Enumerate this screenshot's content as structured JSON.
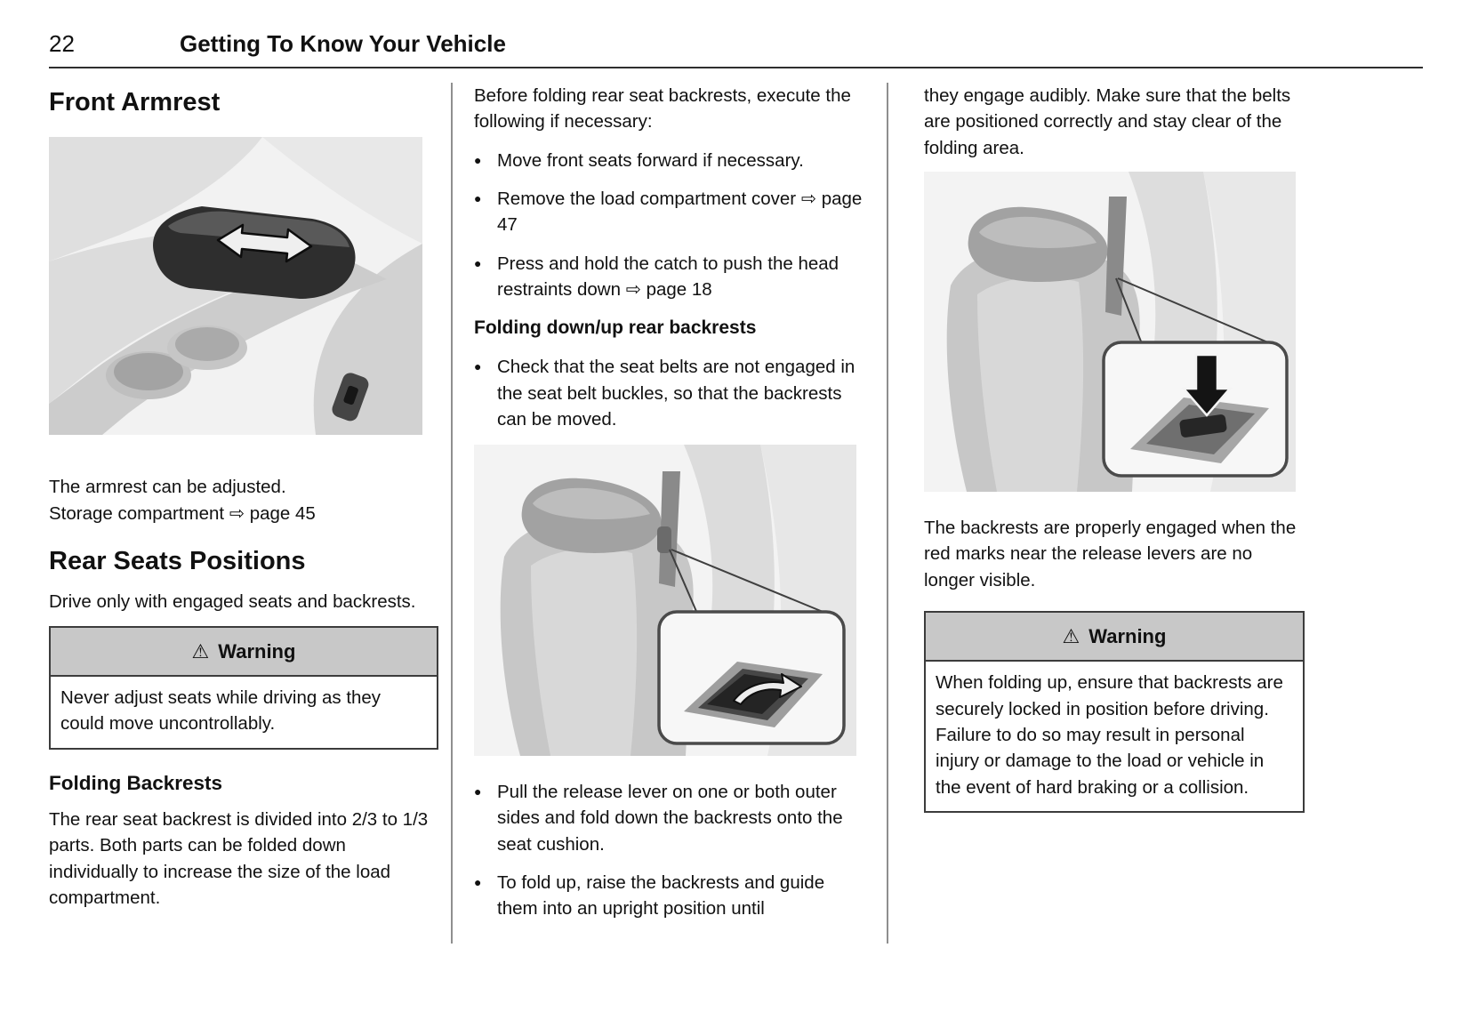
{
  "header": {
    "page_number": "22",
    "title": "Getting To Know Your Vehicle"
  },
  "icons": {
    "warning": "⚠",
    "bullet": "●",
    "page_ref_arrow": "⇨"
  },
  "col1": {
    "heading_front_armrest": "Front Armrest",
    "armrest_text_1": "The armrest can be adjusted.",
    "armrest_text_2": "Storage compartment ⇨ page 45",
    "heading_rear_seats": "Rear Seats Positions",
    "rear_intro": "Drive only with engaged seats and backrests.",
    "warning": {
      "title": "Warning",
      "body": "Never adjust seats while driving as they could move uncontrollably."
    },
    "subheading_folding": "Folding Backrests",
    "folding_body": "The rear seat backrest is divided into 2/3 to 1/3 parts. Both parts can be folded down individually to increase the size of the load compartment."
  },
  "col2": {
    "intro": "Before folding rear seat backrests, execute the following if necessary:",
    "bullets_top": [
      "Move front seats forward if necessary.",
      "Remove the load compartment cover ⇨ page 47",
      "Press and hold the catch to push the head restraints down ⇨ page 18"
    ],
    "subheading": "Folding down/up rear backrests",
    "bullet_check": "Check that the seat belts are not engaged in the seat belt buckles, so that the backrests can be moved.",
    "bullets_bottom": [
      "Pull the release lever on one or both outer sides and fold down the backrests onto the seat cushion.",
      "To fold up, raise the backrests and guide them into an upright position until"
    ]
  },
  "col3": {
    "continuation": "they engage audibly. Make sure that the belts are positioned correctly and stay clear of the folding area.",
    "engaged_text": "The backrests are properly engaged when the red marks near the release levers are no longer visible.",
    "warning": {
      "title": "Warning",
      "body": "When folding up, ensure that backrests are securely locked in position before driving. Failure to do so may result in personal injury or damage to the load or vehicle in the event of hard braking or a collision."
    }
  }
}
